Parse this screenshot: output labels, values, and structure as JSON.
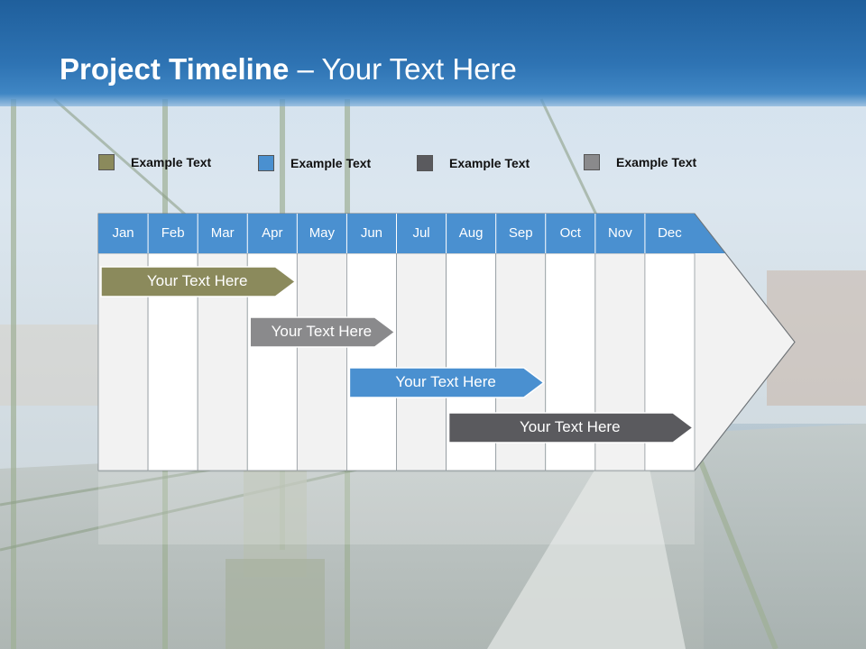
{
  "slide": {
    "title_bold": "Project Timeline",
    "title_rest": " – Your Text Here"
  },
  "legend": [
    {
      "label": "Example Text",
      "color": "#8b8a5c"
    },
    {
      "label": "Example Text",
      "color": "#4a90d0"
    },
    {
      "label": "Example Text",
      "color": "#5a5a5e"
    },
    {
      "label": "Example Text",
      "color": "#8a8a8c"
    }
  ],
  "months": [
    "Jan",
    "Feb",
    "Mar",
    "Apr",
    "May",
    "Jun",
    "Jul",
    "Aug",
    "Sep",
    "Oct",
    "Nov",
    "Dec"
  ],
  "tasks": [
    {
      "label": "Your  Text Here",
      "start": "Jan",
      "end": "Apr",
      "color": "#8b8a5c"
    },
    {
      "label": "Your  Text Here",
      "start": "Apr",
      "end": "Jun",
      "color": "#8a8a8c"
    },
    {
      "label": "Your  Text Here",
      "start": "Jun",
      "end": "Sep",
      "color": "#4a90d0"
    },
    {
      "label": "Your  Text Here",
      "start": "Aug",
      "end": "Dec",
      "color": "#5a5a5e"
    }
  ],
  "colors": {
    "header": "#2e73b3",
    "month_header": "#4a90d0",
    "column_light": "#f2f2f2",
    "column_white": "#ffffff"
  }
}
